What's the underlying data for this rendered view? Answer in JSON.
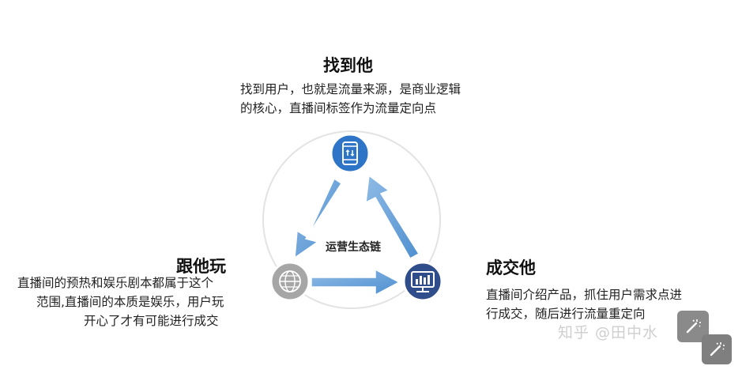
{
  "center_label": "运营生态链",
  "top": {
    "title": "找到他",
    "desc_line1": "找到用户，也就是流量来源，是商业逻辑",
    "desc_line2": "的核心，直播间标签作为流量定向点"
  },
  "left": {
    "title": "跟他玩",
    "desc_line1": "直播间的预热和娱乐剧本都属于这个",
    "desc_line2": "范围,直播间的本质是娱乐，用户玩",
    "desc_line3": "开心了才有可能进行成交"
  },
  "right": {
    "title": "成交他",
    "desc_line1": "直播间介绍产品，抓住用户需求点进",
    "desc_line2": "行成交，随后进行流量重定向"
  },
  "watermark": "知乎 @田中水",
  "icons": {
    "top_node": "phone-icon",
    "left_node": "globe-icon",
    "right_node": "monitor-icon",
    "tool_1": "magic-wand-icon",
    "tool_2": "magic-wand-icon"
  },
  "colors": {
    "arrow": "#5b9bd5",
    "arrow_light": "#8fbbe6",
    "node_top": "#2e75c8",
    "node_left": "#a6a6a6",
    "node_right": "#2f4d8a",
    "ring": "#e3e3e3"
  }
}
